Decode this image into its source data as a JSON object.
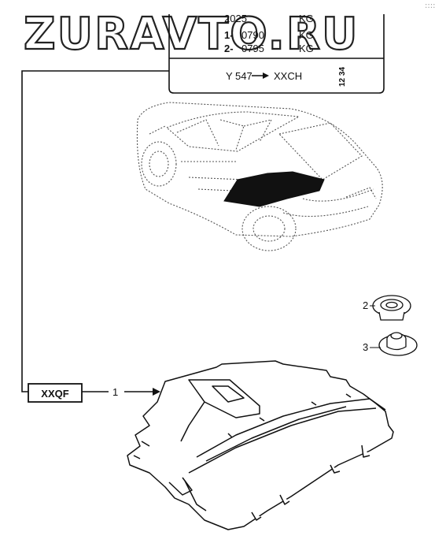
{
  "watermark": "ZURAVTO.RU",
  "corner_dots": "::::",
  "weight_plate": {
    "total": "2025",
    "total_unit": "KG",
    "axle1_prefix": "1-",
    "axle1_value": "0790",
    "axle1_unit": "KG",
    "axle2_prefix": "2-",
    "axle2_value": "0795",
    "axle2_unit": "KG",
    "paint_code": "Y 547",
    "trim_code": "XXCH",
    "small_code": "12 34"
  },
  "parts": [
    {
      "number": "1",
      "code": "XXQF"
    },
    {
      "number": "2"
    },
    {
      "number": "3"
    }
  ]
}
